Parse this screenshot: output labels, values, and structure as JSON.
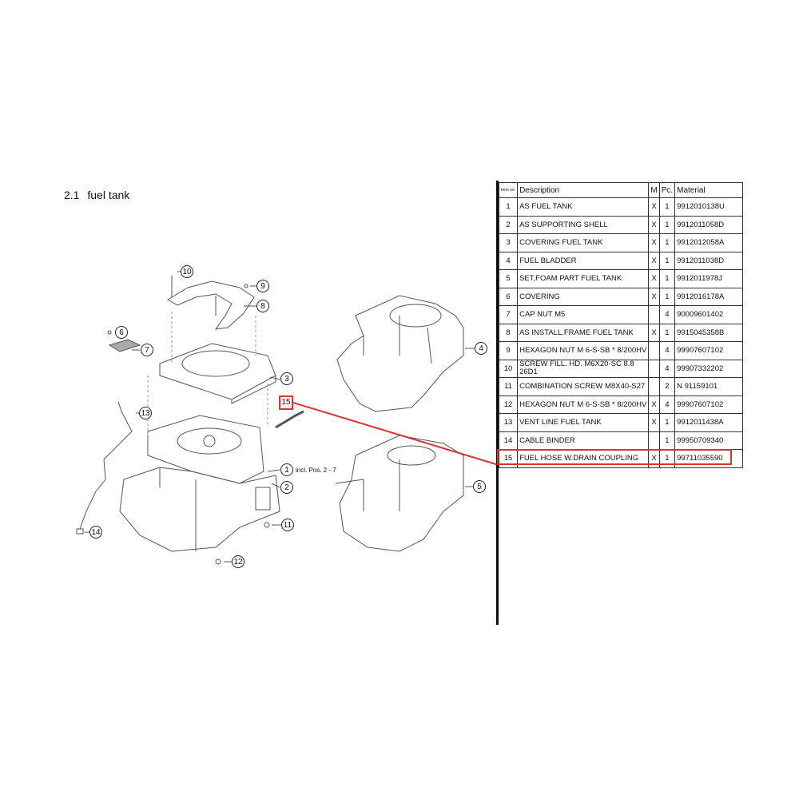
{
  "section": {
    "number": "2.1",
    "title": "fuel tank"
  },
  "table": {
    "headers": {
      "item": "Item no.",
      "description": "Description",
      "m": "M",
      "pc": "Pc.",
      "material": "Material"
    },
    "rows": [
      {
        "item": "1",
        "description": "AS FUEL TANK",
        "m": "X",
        "pc": "1",
        "material": "9912010138U"
      },
      {
        "item": "2",
        "description": "AS SUPPORTING SHELL",
        "m": "X",
        "pc": "1",
        "material": "9912011058D"
      },
      {
        "item": "3",
        "description": "COVERING FUEL TANK",
        "m": "X",
        "pc": "1",
        "material": "9912012058A"
      },
      {
        "item": "4",
        "description": "FUEL BLADDER",
        "m": "X",
        "pc": "1",
        "material": "9912011038D"
      },
      {
        "item": "5",
        "description": "SET,FOAM PART FUEL TANK",
        "m": "X",
        "pc": "1",
        "material": "9912011978J"
      },
      {
        "item": "6",
        "description": "COVERING",
        "m": "X",
        "pc": "1",
        "material": "9912016178A"
      },
      {
        "item": "7",
        "description": "CAP NUT M5",
        "m": "",
        "pc": "4",
        "material": "90009601402"
      },
      {
        "item": "8",
        "description": "AS INSTALL.FRAME FUEL TANK",
        "m": "X",
        "pc": "1",
        "material": "9915045358B"
      },
      {
        "item": "9",
        "description": "HEXAGON NUT M 6-S-SB * 8/200HV",
        "m": "",
        "pc": "4",
        "material": "99907607102"
      },
      {
        "item": "10",
        "description": "SCREW FILL. HD. M6X20-SC 8.8 26D1",
        "m": "",
        "pc": "4",
        "material": "99907332202"
      },
      {
        "item": "11",
        "description": "COMBINATION SCREW M8X40-S27",
        "m": "",
        "pc": "2",
        "material": "N  91159101"
      },
      {
        "item": "12",
        "description": "HEXAGON NUT M 6-S-SB * 8/200HV",
        "m": "X",
        "pc": "4",
        "material": "99907607102"
      },
      {
        "item": "13",
        "description": "VENT LINE FUEL TANK",
        "m": "X",
        "pc": "1",
        "material": "9912011438A"
      },
      {
        "item": "14",
        "description": "CABLE BINDER",
        "m": "",
        "pc": "1",
        "material": "99950709340"
      },
      {
        "item": "15",
        "description": "FUEL HOSE W.DRAIN COUPLING",
        "m": "X",
        "pc": "1",
        "material": "99711035590"
      }
    ],
    "highlighted_item": "15"
  },
  "diagram": {
    "callouts": [
      "10",
      "9",
      "8",
      "6",
      "7",
      "3",
      "13",
      "15",
      "1",
      "2",
      "11",
      "12",
      "14",
      "4",
      "5"
    ],
    "note": "incl. Pos. 2 - 7",
    "highlight_color": "#d93333"
  }
}
